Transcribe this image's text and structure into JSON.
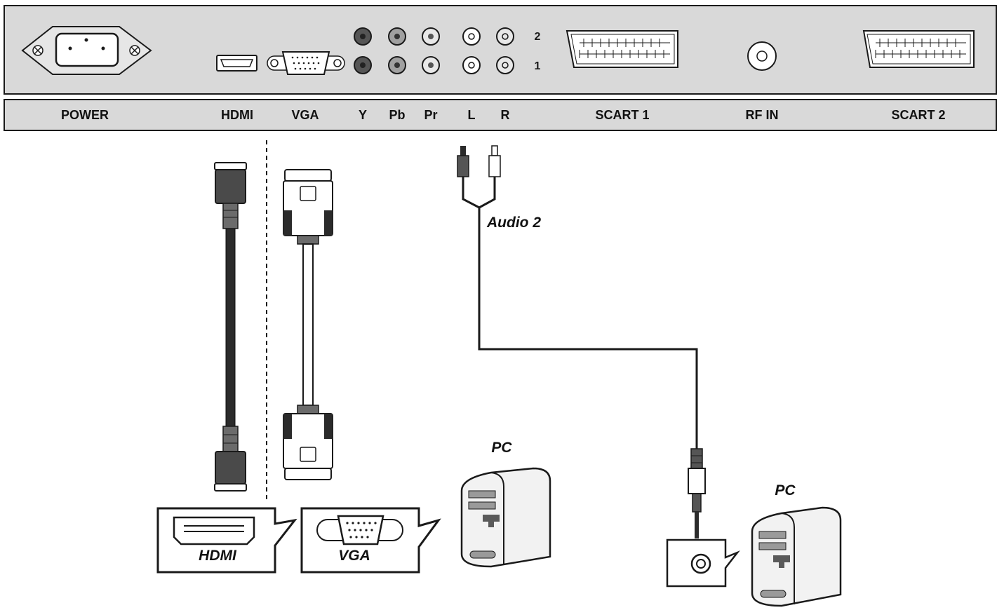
{
  "panel": {
    "labels": {
      "power": "POWER",
      "hdmi": "HDMI",
      "vga": "VGA",
      "y": "Y",
      "pb": "Pb",
      "pr": "Pr",
      "l": "L",
      "r": "R",
      "scart1": "SCART 1",
      "rf_in": "RF IN",
      "scart2": "SCART 2"
    },
    "row_numbers": {
      "top": "2",
      "bottom": "1"
    },
    "colors": {
      "panel_fill": "#d9d9d9",
      "outline": "#1a1a1a"
    }
  },
  "diagram": {
    "audio_cable_label": "Audio 2",
    "pc_left_label": "PC",
    "pc_right_label": "PC",
    "callout_hdmi_label": "HDMI",
    "callout_vga_label": "VGA"
  }
}
